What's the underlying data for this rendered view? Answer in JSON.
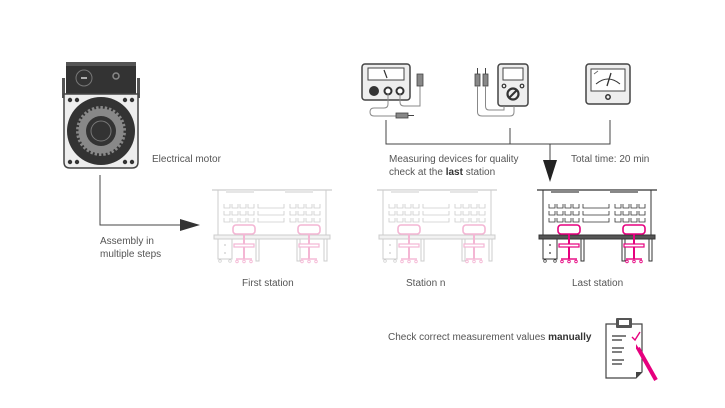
{
  "colors": {
    "dark": "#333333",
    "gray": "#555555",
    "light_gray": "#cccccc",
    "accent": "#e6007e",
    "accent_faded": "#f4b6d4"
  },
  "motor": {
    "label": "Electrical motor"
  },
  "assembly": {
    "label_line1": "Assembly in",
    "label_line2": "multiple steps"
  },
  "stations": [
    {
      "label": "First station",
      "state": "faded"
    },
    {
      "label": "Station n",
      "state": "faded"
    },
    {
      "label": "Last station",
      "state": "active"
    }
  ],
  "measuring": {
    "label_line1": "Measuring devices for quality",
    "label_line2_pre": "check at the ",
    "label_line2_bold": "last",
    "label_line2_post": " station",
    "devices": [
      "analog-meter-icon",
      "multimeter-icon",
      "voltmeter-icon"
    ]
  },
  "total_time": {
    "label": "Total time: 20 min"
  },
  "manual_check": {
    "label_pre": "Check correct measurement values ",
    "label_bold": "manually"
  }
}
